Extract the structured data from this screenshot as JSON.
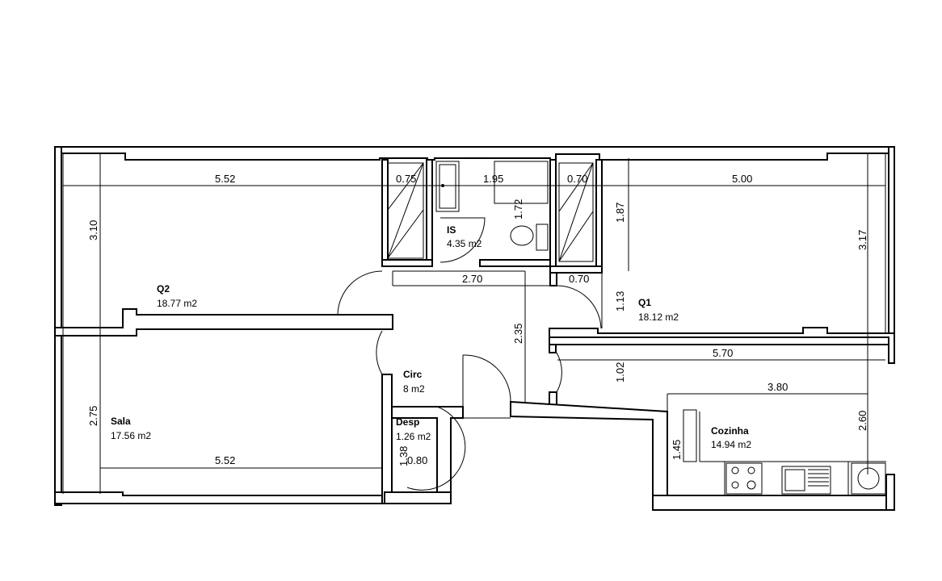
{
  "rooms": {
    "q2": {
      "name": "Q2",
      "area": "18.77 m2"
    },
    "sala": {
      "name": "Sala",
      "area": "17.56 m2"
    },
    "is": {
      "name": "IS",
      "area": "4.35 m2"
    },
    "q1": {
      "name": "Q1",
      "area": "18.12 m2"
    },
    "circ": {
      "name": "Circ",
      "area": "8 m2"
    },
    "desp": {
      "name": "Desp",
      "area": "1.26 m2"
    },
    "cozinha": {
      "name": "Cozinha",
      "area": "14.94 m2"
    }
  },
  "dimensions": {
    "q2_width": "5.52",
    "q2_height": "3.10",
    "closet_left": "0.75",
    "is_width": "1.95",
    "is_depth": "1.72",
    "closet_right": "0.70",
    "q1_width": "5.00",
    "closet_right_depth": "1.87",
    "q1_height": "3.17",
    "circ_top": "2.70",
    "q1_door_gap": "0.70",
    "q1_lower": "1.13",
    "circ_height": "2.35",
    "kitchen_corridor": "5.70",
    "corridor_depth": "1.02",
    "kitchen_width": "3.80",
    "kitchen_height": "2.60",
    "kitchen_side": "1.45",
    "sala_height": "2.75",
    "sala_width": "5.52",
    "desp_height": "1.38",
    "desp_width": "0.80"
  }
}
